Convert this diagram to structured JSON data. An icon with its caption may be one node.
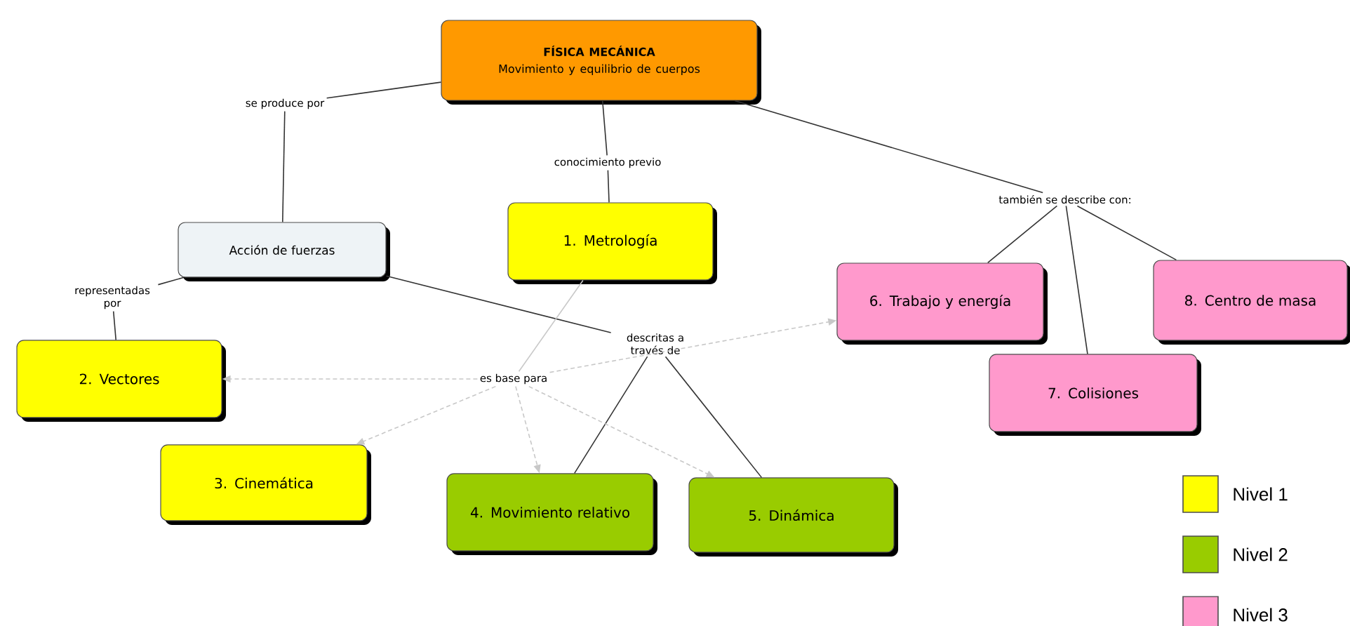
{
  "diagram": {
    "nodes": [
      {
        "text": [
          "FÍSICA MECÁNICA",
          "Movimiento y equilibrio de cuerpos"
        ]
      },
      {
        "text": [
          "se produce por"
        ]
      },
      {
        "text": [
          "conocimiento previo"
        ]
      },
      {
        "text": [
          "también se describe con:"
        ]
      },
      {
        "text": [
          "Acción de fuerzas"
        ]
      },
      {
        "text": [
          "1. Metrología"
        ]
      },
      {
        "text": [
          "6. Trabajo y energía"
        ]
      },
      {
        "text": [
          "8. Centro de masa"
        ]
      },
      {
        "text": [
          "7. Colisiones"
        ]
      },
      {
        "text": [
          "representadas por"
        ]
      },
      {
        "text": [
          "descritas a través de"
        ]
      },
      {
        "text": [
          "2. Vectores"
        ]
      },
      {
        "text": [
          "es base para"
        ]
      },
      {
        "text": [
          "3. Cinemática"
        ]
      },
      {
        "text": [
          "4. Movimiento relativo"
        ]
      },
      {
        "text": [
          "5. Dinámica"
        ]
      }
    ],
    "edges": [
      {
        "from": 0,
        "to": 1,
        "arrow": "none"
      },
      {
        "from": 1,
        "to": 4,
        "arrow": "none"
      },
      {
        "from": 0,
        "to": 2,
        "arrow": "none"
      },
      {
        "from": 2,
        "to": 5,
        "arrow": "none"
      },
      {
        "from": 0,
        "to": 3,
        "arrow": "none"
      },
      {
        "from": 3,
        "to": 6,
        "arrow": "none"
      },
      {
        "from": 3,
        "to": 8,
        "arrow": "none"
      },
      {
        "from": 3,
        "to": 7,
        "arrow": "none"
      },
      {
        "from": 4,
        "to": 9,
        "arrow": "none"
      },
      {
        "from": 9,
        "to": 11,
        "arrow": "none"
      },
      {
        "from": 4,
        "to": 10,
        "arrow": "none"
      },
      {
        "from": 10,
        "to": 14,
        "arrow": "none"
      },
      {
        "from": 10,
        "to": 15,
        "arrow": "none"
      },
      {
        "from": 5,
        "to": 12,
        "arrow": "none",
        "color": "#c8c8c8"
      },
      {
        "from": 12,
        "to": 11,
        "arrow": "to",
        "style": "dashed",
        "color": "#c8c8c8"
      },
      {
        "from": 12,
        "to": 13,
        "arrow": "to",
        "style": "dashed",
        "color": "#c8c8c8"
      },
      {
        "from": 12,
        "to": 14,
        "arrow": "to",
        "style": "dashed",
        "color": "#c8c8c8"
      },
      {
        "from": 12,
        "to": 15,
        "arrow": "to",
        "style": "dashed",
        "color": "#c8c8c8"
      },
      {
        "from": 12,
        "to": 6,
        "arrow": "to",
        "style": "dashed",
        "color": "#c8c8c8"
      }
    ],
    "legend": [
      {
        "text": "Nivel 1",
        "color": "#ffff00"
      },
      {
        "text": "Nivel 2",
        "color": "#99cc00"
      },
      {
        "text": "Nivel 3",
        "color": "#ff99cc"
      }
    ]
  }
}
